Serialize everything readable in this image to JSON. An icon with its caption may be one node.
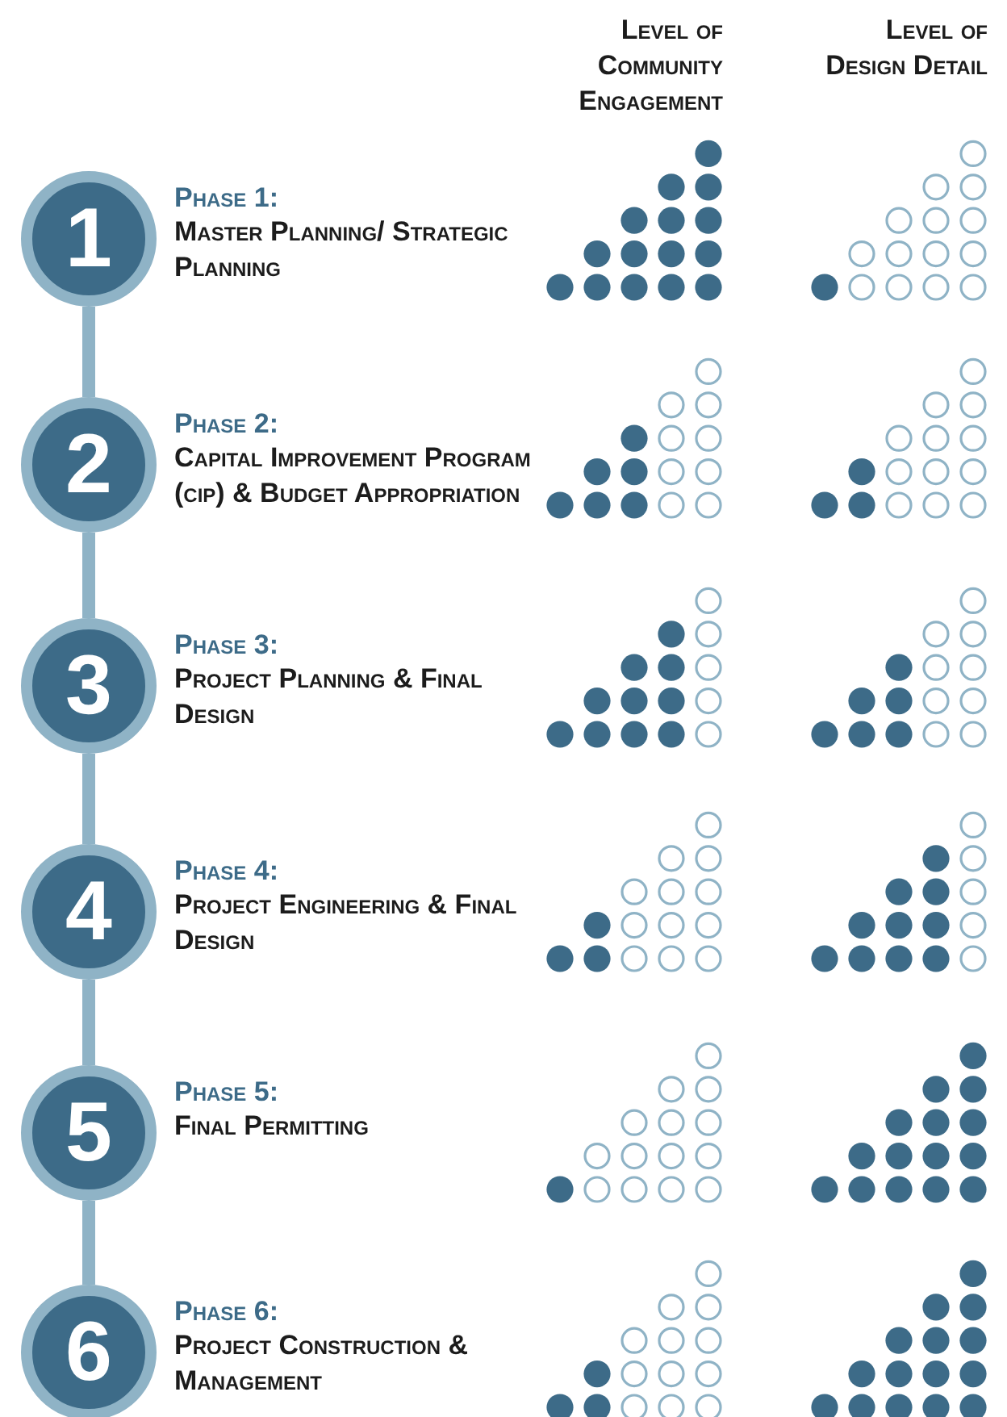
{
  "diagram": {
    "nodes": [
      {
        "text": [
          "1"
        ],
        "beside": [
          "Phase 1:",
          "Master Planning/ Strategic Planning"
        ]
      },
      {
        "text": [
          "2"
        ],
        "beside": [
          "Phase 2:",
          "Capital Improvement Program (cip) & Budget Appropriation"
        ]
      },
      {
        "text": [
          "3"
        ],
        "beside": [
          "Phase 3:",
          "Project Planning & Final Design"
        ]
      },
      {
        "text": [
          "4"
        ],
        "beside": [
          "Phase 4:",
          "Project Engineering & Final Design"
        ]
      },
      {
        "text": [
          "5"
        ],
        "beside": [
          "Phase 5:",
          "Final Permitting"
        ]
      },
      {
        "text": [
          "6"
        ],
        "beside": [
          "Phase 6:",
          "Project Construction & Management"
        ]
      }
    ],
    "edges": [
      {
        "from": 0,
        "to": 1,
        "arrow": "none"
      },
      {
        "from": 1,
        "to": 2,
        "arrow": "none"
      },
      {
        "from": 2,
        "to": 3,
        "arrow": "none"
      },
      {
        "from": 3,
        "to": 4,
        "arrow": "none"
      },
      {
        "from": 4,
        "to": 5,
        "arrow": "none"
      }
    ],
    "labels": [
      "Level of Community Engagement",
      "Level of Design Detail"
    ]
  }
}
